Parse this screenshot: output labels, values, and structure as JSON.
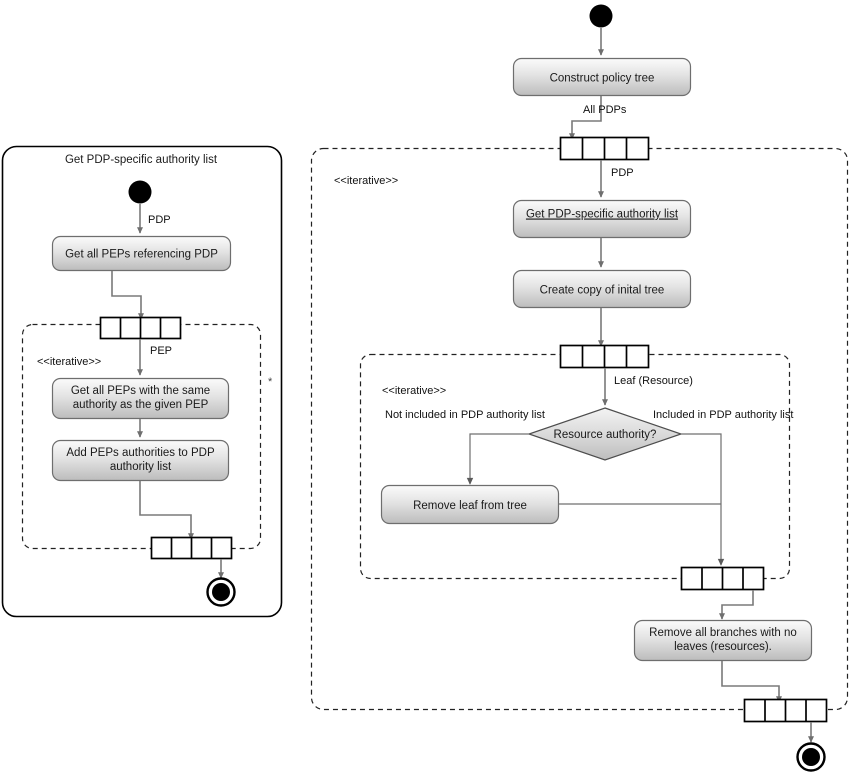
{
  "diagram": {
    "type": "uml-activity-diagram",
    "background": "#ffffff",
    "accent_fill_top": "#f2f2f2",
    "accent_fill_bottom": "#bdbdbd",
    "line_color": "#7a7a7a"
  },
  "left_panel": {
    "title": "Get PDP-specific authority list",
    "frame_style": "solid-rounded",
    "initial_node": "filled-circle",
    "final_node": "bullseye-circle",
    "iterative_label": "<<iterative>>",
    "multiplicity_marker": "*",
    "edges": [
      {
        "label": "PDP"
      },
      {
        "label": "PEP"
      }
    ],
    "actions": [
      {
        "id": "get-all-peps-referencing-pdp",
        "label": "Get all PEPs referencing PDP",
        "underlined": false
      },
      {
        "id": "get-all-peps-same-authority",
        "label": "Get all PEPs with the same authority as the given PEP",
        "underlined": false
      },
      {
        "id": "add-peps-authorities",
        "label": "Add PEPs authorities to PDP authority list",
        "underlined": false
      }
    ],
    "pins": [
      {
        "id": "pep-expansion-input",
        "cells": 4
      },
      {
        "id": "pep-expansion-output",
        "cells": 4
      }
    ]
  },
  "right_panel": {
    "frame_style": "dashed-rounded",
    "initial_node": "filled-circle",
    "final_node": "bullseye-circle",
    "outer_iterative_label": "<<iterative>>",
    "inner_iterative_label": "<<iterative>>",
    "edges": [
      {
        "label": "All PDPs"
      },
      {
        "label": "PDP"
      },
      {
        "label": "Leaf (Resource)"
      },
      {
        "label": "Not included in PDP authority list"
      },
      {
        "label": "Included in PDP authority list"
      }
    ],
    "actions": [
      {
        "id": "construct-policy-tree",
        "label": "Construct policy tree",
        "underlined": false
      },
      {
        "id": "get-pdp-specific-authority-list",
        "label": "Get PDP-specific authority list",
        "underlined": true
      },
      {
        "id": "create-copy-of-inital-tree",
        "label": "Create copy of inital tree",
        "underlined": false
      },
      {
        "id": "remove-leaf-from-tree",
        "label": "Remove leaf from tree",
        "underlined": false
      },
      {
        "id": "remove-all-branches",
        "label": "Remove all branches with no leaves (resources).",
        "underlined": false
      }
    ],
    "decision": {
      "id": "resource-authority",
      "label": "Resource authority?"
    },
    "pins": [
      {
        "id": "pdp-expansion-input",
        "cells": 4
      },
      {
        "id": "leaf-expansion-input",
        "cells": 4
      },
      {
        "id": "leaf-expansion-output",
        "cells": 4
      },
      {
        "id": "pdp-expansion-output",
        "cells": 4
      }
    ]
  }
}
